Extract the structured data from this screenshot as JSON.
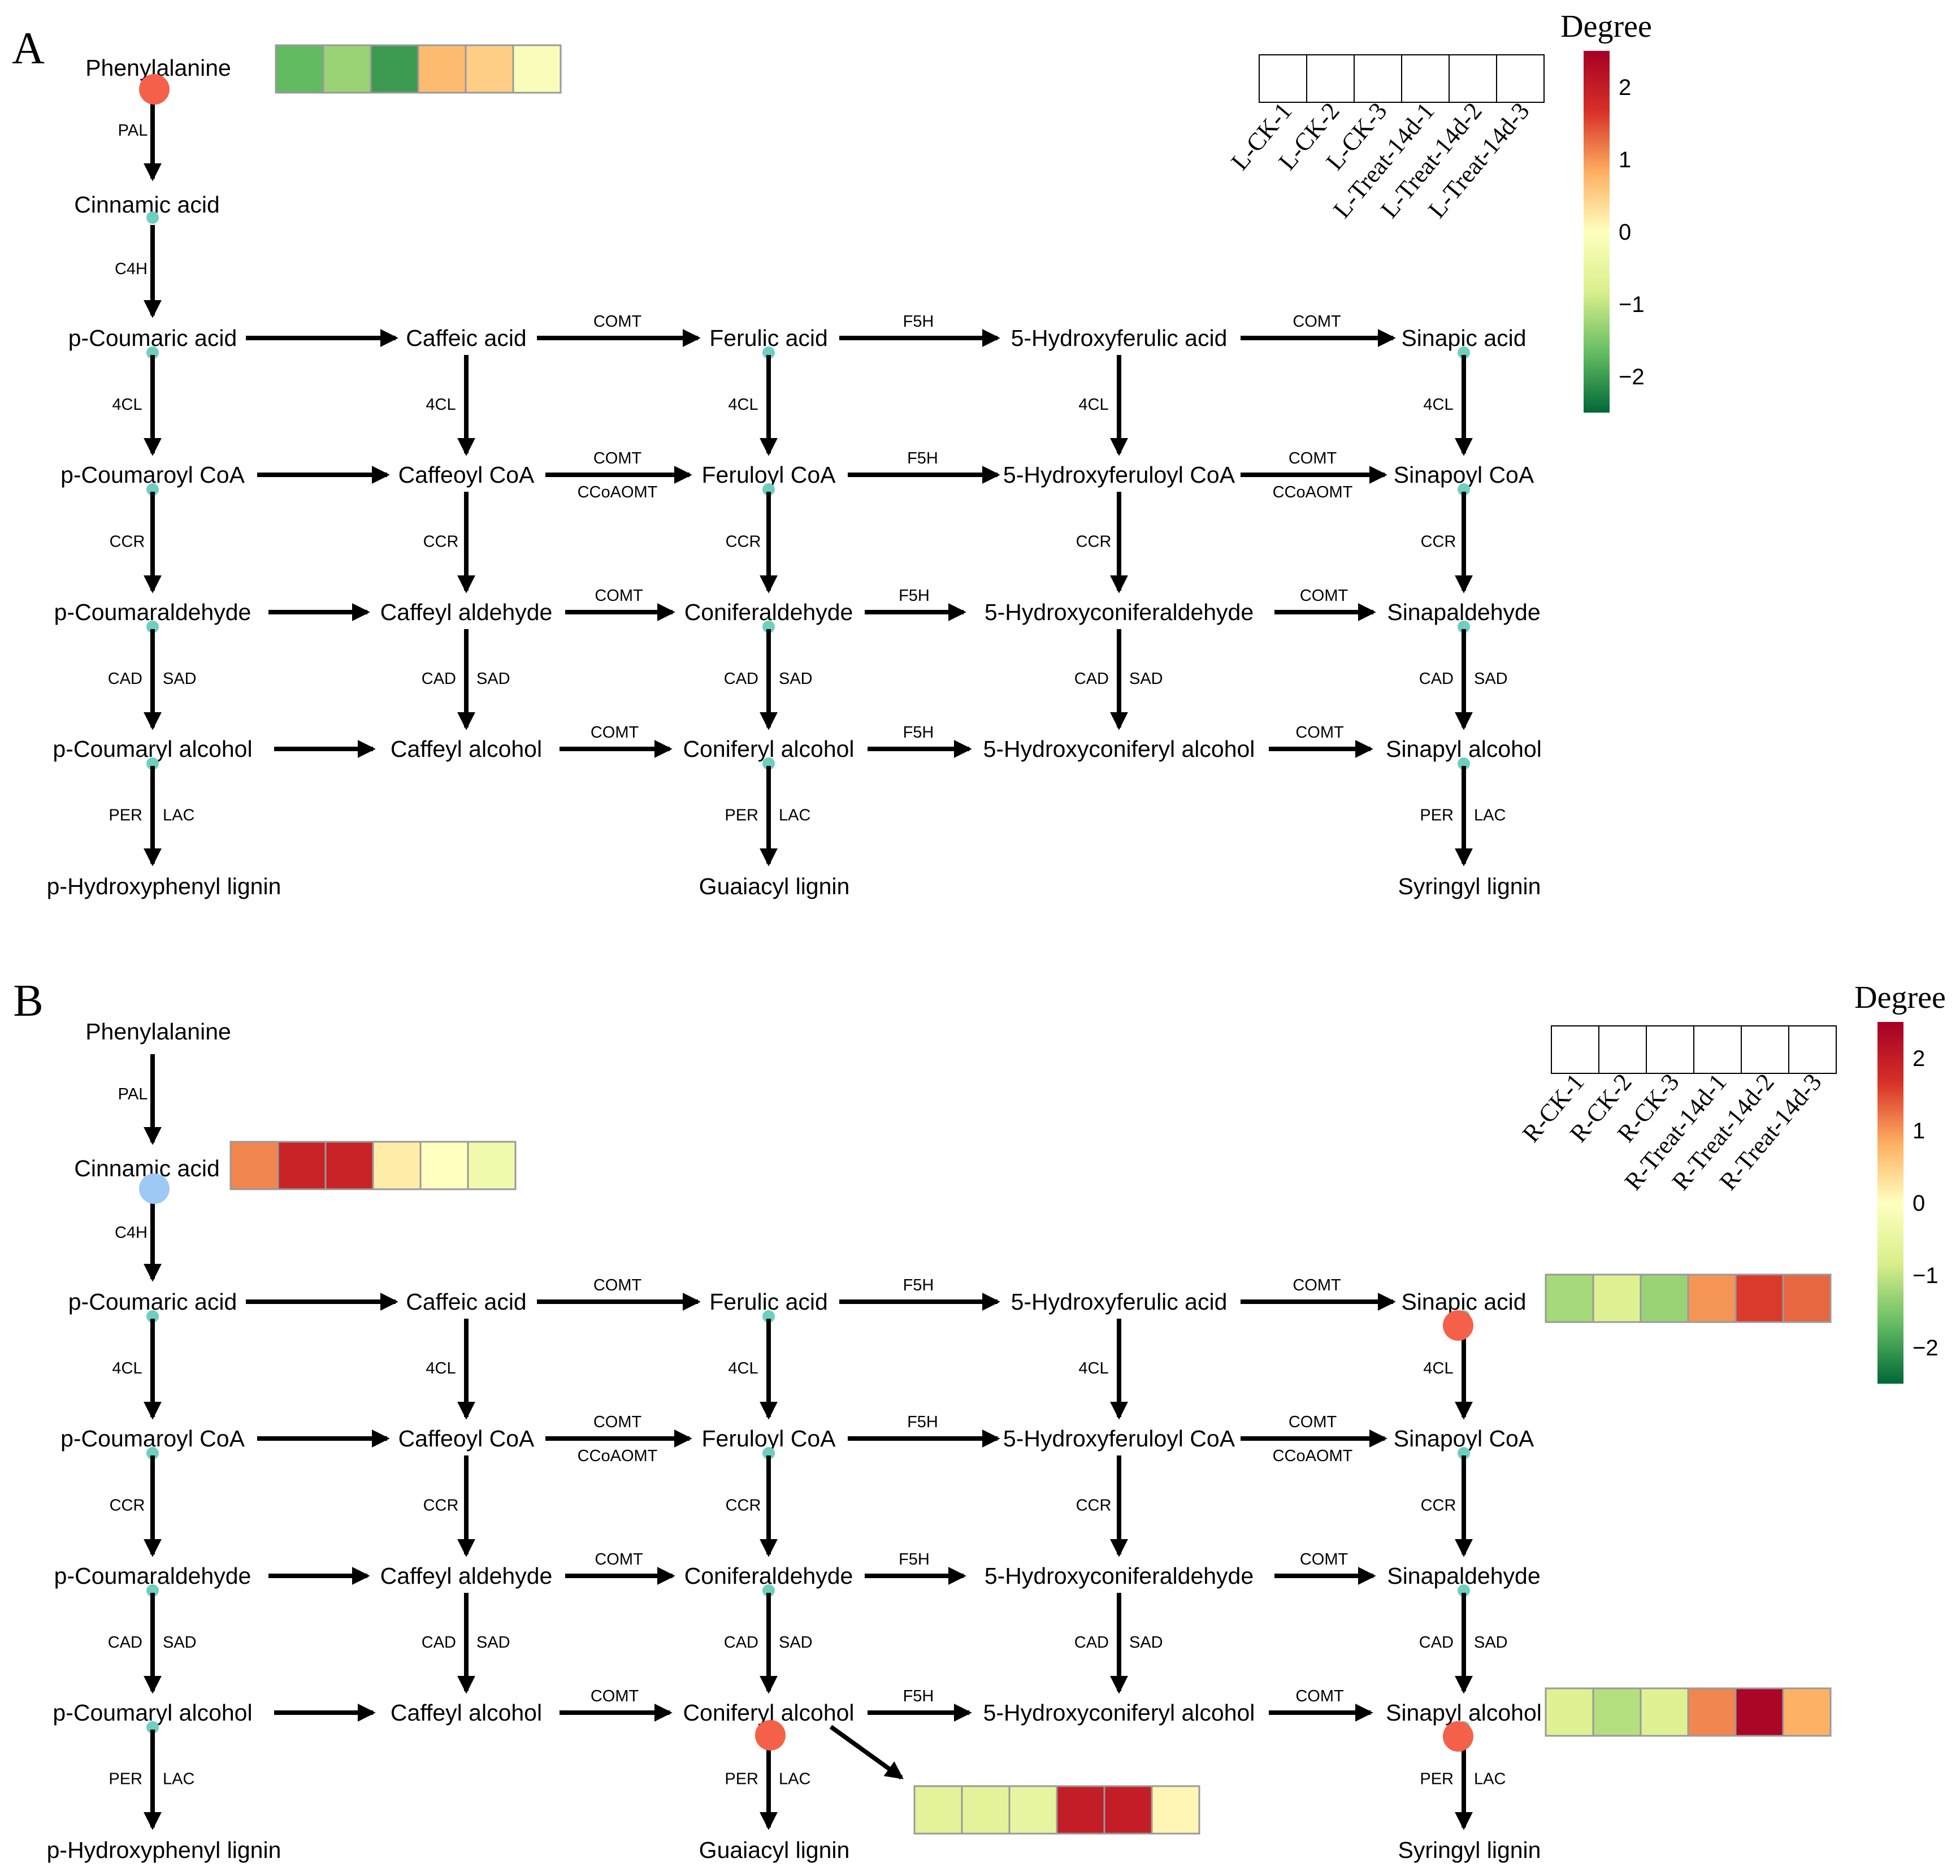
{
  "panels": [
    {
      "label": "A",
      "sample_labels": [
        "L-CK-1",
        "L-CK-2",
        "L-CK-3",
        "L-Treat-14d-1",
        "L-Treat-14d-2",
        "L-Treat-14d-3"
      ],
      "legend_title": "Degree",
      "legend_ticks": [
        "2",
        "1",
        "0",
        "−1",
        "−2"
      ],
      "highlights": [
        {
          "node": "Phenylalanine",
          "color": "#f5604a",
          "values": [
            -1.7,
            -1.3,
            -2.0,
            0.7,
            0.5,
            -0.1
          ]
        }
      ]
    },
    {
      "label": "B",
      "sample_labels": [
        "R-CK-1",
        "R-CK-2",
        "R-CK-3",
        "R-Treat-14d-1",
        "R-Treat-14d-2",
        "R-Treat-14d-3"
      ],
      "legend_title": "Degree",
      "legend_ticks": [
        "2",
        "1",
        "0",
        "−1",
        "−2"
      ],
      "highlights": [
        {
          "node": "Cinnamic acid",
          "color": "#9ec9f5",
          "values": [
            1.1,
            1.9,
            1.9,
            0.2,
            0.0,
            -0.3
          ]
        },
        {
          "node": "Sinapic acid",
          "color": "#f5604a",
          "values": [
            -1.2,
            -0.7,
            -1.3,
            1.0,
            1.6,
            1.3
          ]
        },
        {
          "node": "Sinapyl alcohol",
          "color": "#f5604a",
          "values": [
            -0.7,
            -1.1,
            -0.7,
            1.1,
            2.4,
            0.8
          ]
        },
        {
          "node": "Coniferyl alcohol",
          "color": "#f5604a",
          "values": [
            -0.6,
            -0.6,
            -0.5,
            2.0,
            2.0,
            0.1
          ]
        }
      ]
    }
  ],
  "compounds": {
    "phe": "Phenylalanine",
    "cin": "Cinnamic acid",
    "pca": "p-Coumaric acid",
    "caf": "Caffeic acid",
    "fer": "Ferulic acid",
    "hfa": "5-Hydroxyferulic acid",
    "sin": "Sinapic acid",
    "pcoa": "p-Coumaroyl CoA",
    "cafcoa": "Caffeoyl CoA",
    "fercoa": "Feruloyl CoA",
    "hfcoa": "5-Hydroxyferuloyl CoA",
    "sincoa": "Sinapoyl CoA",
    "pcal": "p-Coumaraldehyde",
    "cafal": "Caffeyl aldehyde",
    "conal": "Coniferaldehyde",
    "hcal": "5-Hydroxyconiferaldehyde",
    "sinal": "Sinapaldehyde",
    "pcoh": "p-Coumaryl alcohol",
    "cafoh": "Caffeyl alcohol",
    "conoh": "Coniferyl alcohol",
    "hcoh": "5-Hydroxyconiferyl alcohol",
    "sinoh": "Sinapyl alcohol",
    "hlig": "p-Hydroxyphenyl lignin",
    "glig": "Guaiacyl lignin",
    "slig": "Syringyl lignin"
  },
  "enzymes": {
    "PAL": "PAL",
    "C4H": "C4H",
    "4CL": "4CL",
    "COMT": "COMT",
    "F5H": "F5H",
    "CCoAOMT": "CCoAOMT",
    "CCR": "CCR",
    "CAD": "CAD",
    "SAD": "SAD",
    "PER": "PER",
    "LAC": "LAC"
  },
  "colors": {
    "arrow": "#000000",
    "node_dot": "#6fcfbe",
    "up_dot": "#f5604a",
    "down_dot": "#9ec9f5",
    "scale": [
      "#006837",
      "#66bd63",
      "#d9ef8b",
      "#ffffbf",
      "#fdae61",
      "#d73027",
      "#a50026"
    ]
  }
}
